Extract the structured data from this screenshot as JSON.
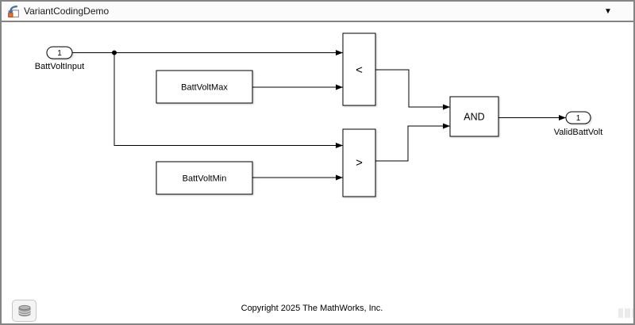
{
  "window": {
    "title": "VariantCodingDemo",
    "dropdown_icon": "▼"
  },
  "diagram": {
    "inport": {
      "number": "1",
      "name": "BattVoltInput"
    },
    "constant_max": {
      "name": "BattVoltMax"
    },
    "constant_min": {
      "name": "BattVoltMin"
    },
    "relational_lt": {
      "operator": "<"
    },
    "relational_gt": {
      "operator": ">"
    },
    "logical_and": {
      "operator": "AND"
    },
    "outport": {
      "number": "1",
      "name": "ValidBattVolt"
    },
    "annotation": "Copyright 2025 The MathWorks, Inc."
  },
  "colors": {
    "line": "#000000",
    "canvas": "#ffffff",
    "window_border": "#848484",
    "titlebar_bg": "#fbfbfb",
    "scroll_fragment": "#ebebeb",
    "sim_icon_blue": "#3b6fb6",
    "sim_icon_orange": "#e8722a"
  }
}
